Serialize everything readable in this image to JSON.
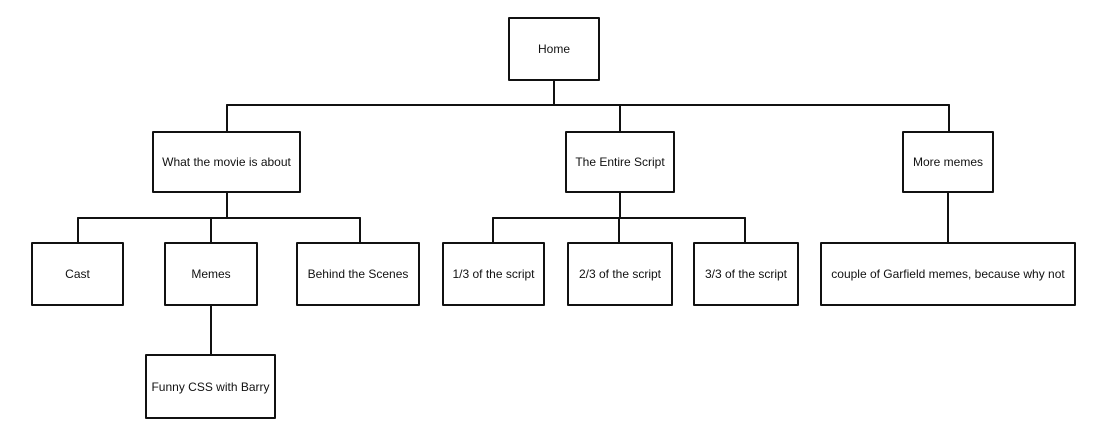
{
  "sitemap": {
    "home": "Home",
    "about": "What the movie is about",
    "script": "The Entire Script",
    "more_memes": "More memes",
    "cast": "Cast",
    "memes": "Memes",
    "behind_scenes": "Behind the Scenes",
    "script_part_1": "1/3 of the script",
    "script_part_2": "2/3 of the script",
    "script_part_3": "3/3 of the script",
    "garfield": "couple of Garfield memes, because why not",
    "funny_css": "Funny CSS with Barry"
  },
  "colors": {
    "stroke": "#111111",
    "fill": "#ffffff",
    "text": "#111111"
  }
}
